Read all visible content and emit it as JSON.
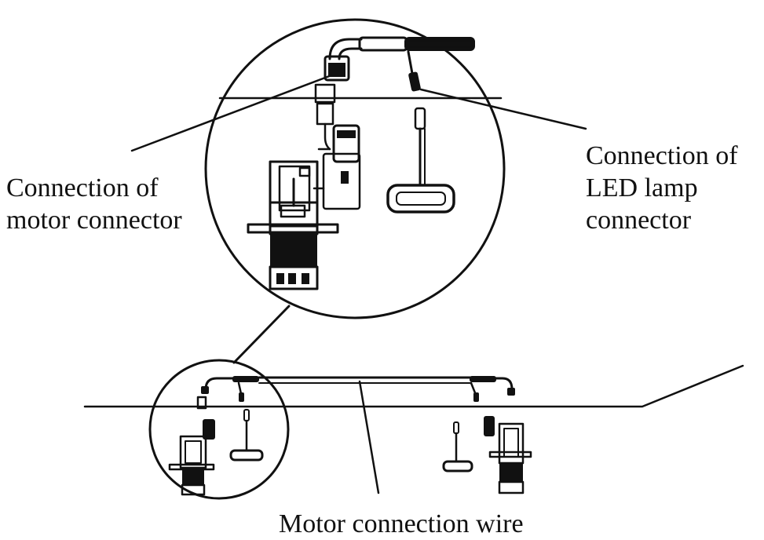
{
  "labels": {
    "motor_connector": [
      "Connection of",
      "motor connector"
    ],
    "led_connector": [
      "Connection of",
      "LED lamp",
      "connector"
    ],
    "wire": "Motor connection wire"
  },
  "colors": {
    "ink": "#111111",
    "background": "#ffffff"
  }
}
